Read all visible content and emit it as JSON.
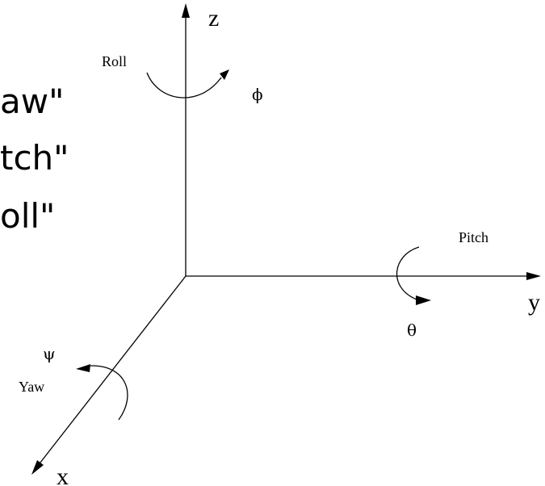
{
  "slide_text": {
    "line1": "aw\"",
    "line2": "tch\"",
    "line3": "oll\""
  },
  "axes": {
    "z_label": "z",
    "y_label": "y",
    "x_label": "x"
  },
  "rotations": {
    "roll_label": "Roll",
    "roll_symbol": "ϕ",
    "pitch_label": "Pitch",
    "pitch_symbol": "θ",
    "yaw_label": "Yaw",
    "yaw_symbol": "ψ"
  }
}
